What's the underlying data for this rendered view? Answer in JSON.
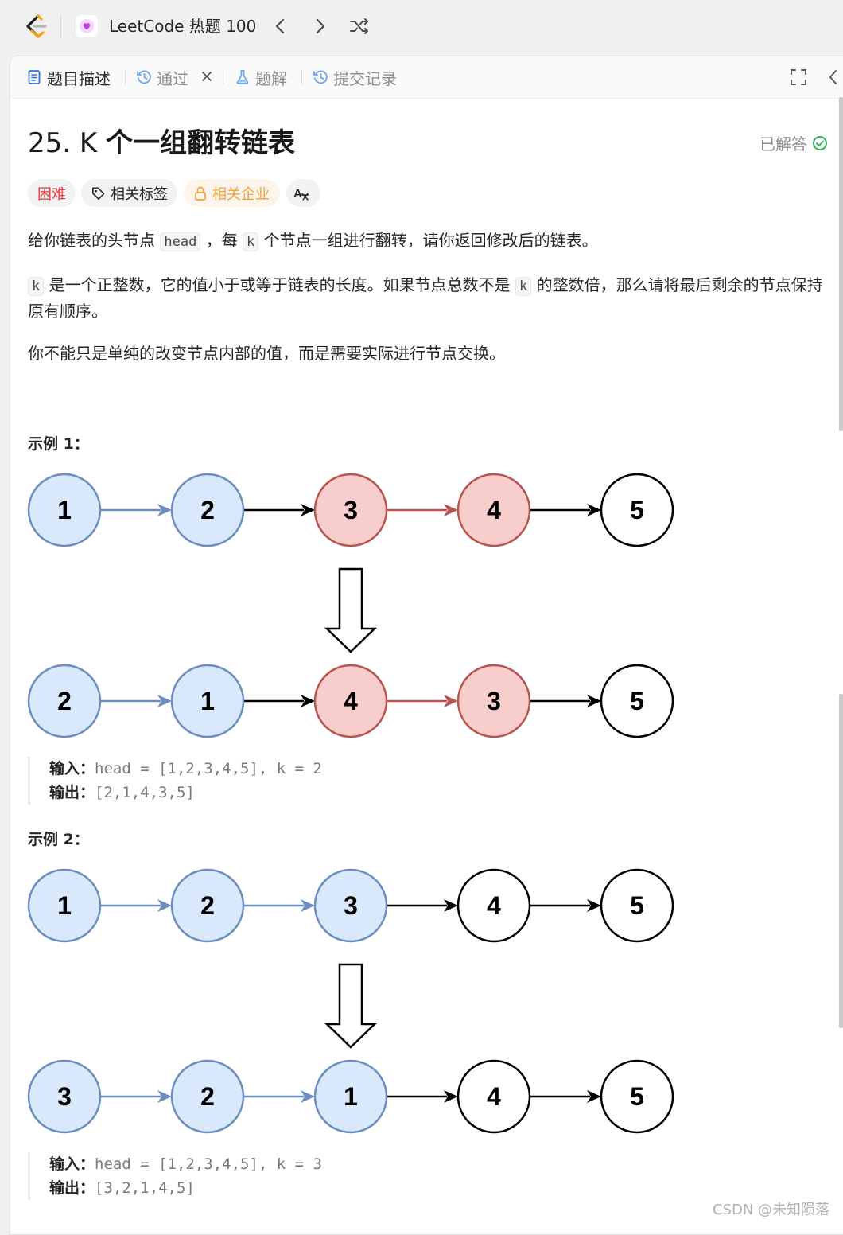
{
  "topbar": {
    "playlist_title": "LeetCode 热题 100"
  },
  "tabs": [
    {
      "label": "题目描述",
      "icon": "description-icon"
    },
    {
      "label": "通过",
      "icon": "history-icon"
    },
    {
      "label": "题解",
      "icon": "flask-icon"
    },
    {
      "label": "提交记录",
      "icon": "history-icon"
    }
  ],
  "problem": {
    "number": "25. K",
    "title_rest": "个一组翻转链表",
    "status": "已解答",
    "tags": {
      "difficulty": "困难",
      "topics": "相关标签",
      "companies": "相关企业",
      "translate": "A"
    },
    "p1": [
      "给你链表的头节点 ",
      "head",
      " ，每 ",
      "k",
      " 个节点一组进行翻转，请你返回修改后的链表。"
    ],
    "p2": [
      "k",
      " 是一个正整数，它的值小于或等于链表的长度。如果节点总数不是 ",
      "k",
      " 的整数倍，那么请将最后剩余的节点保持原有顺序。"
    ],
    "p3": "你不能只是单纯的改变节点内部的值，而是需要实际进行节点交换。"
  },
  "colors": {
    "blue_fill": "#dae8fc",
    "blue_stroke": "#6c8ebf",
    "red_fill": "#f8cecc",
    "red_stroke": "#b85450",
    "solved_green": "#2db55d",
    "hard_red": "#e8343c",
    "company_orange": "#f0a33c"
  },
  "examples": [
    {
      "title": "示例 1：",
      "before": [
        {
          "v": "1",
          "c": "blue"
        },
        {
          "v": "2",
          "c": "blue"
        },
        {
          "v": "3",
          "c": "red"
        },
        {
          "v": "4",
          "c": "red"
        },
        {
          "v": "5",
          "c": "white"
        }
      ],
      "after": [
        {
          "v": "2",
          "c": "blue"
        },
        {
          "v": "1",
          "c": "blue"
        },
        {
          "v": "4",
          "c": "red"
        },
        {
          "v": "3",
          "c": "red"
        },
        {
          "v": "5",
          "c": "white"
        }
      ],
      "input_label": "输入：",
      "input": "head = [1,2,3,4,5], k = 2",
      "output_label": "输出：",
      "output": "[2,1,4,3,5]"
    },
    {
      "title": "示例 2：",
      "before": [
        {
          "v": "1",
          "c": "blue"
        },
        {
          "v": "2",
          "c": "blue"
        },
        {
          "v": "3",
          "c": "blue"
        },
        {
          "v": "4",
          "c": "white"
        },
        {
          "v": "5",
          "c": "white"
        }
      ],
      "after": [
        {
          "v": "3",
          "c": "blue"
        },
        {
          "v": "2",
          "c": "blue"
        },
        {
          "v": "1",
          "c": "blue"
        },
        {
          "v": "4",
          "c": "white"
        },
        {
          "v": "5",
          "c": "white"
        }
      ],
      "input_label": "输入：",
      "input": "head = [1,2,3,4,5], k = 3",
      "output_label": "输出：",
      "output": "[3,2,1,4,5]"
    }
  ],
  "watermark": "CSDN @未知陨落"
}
